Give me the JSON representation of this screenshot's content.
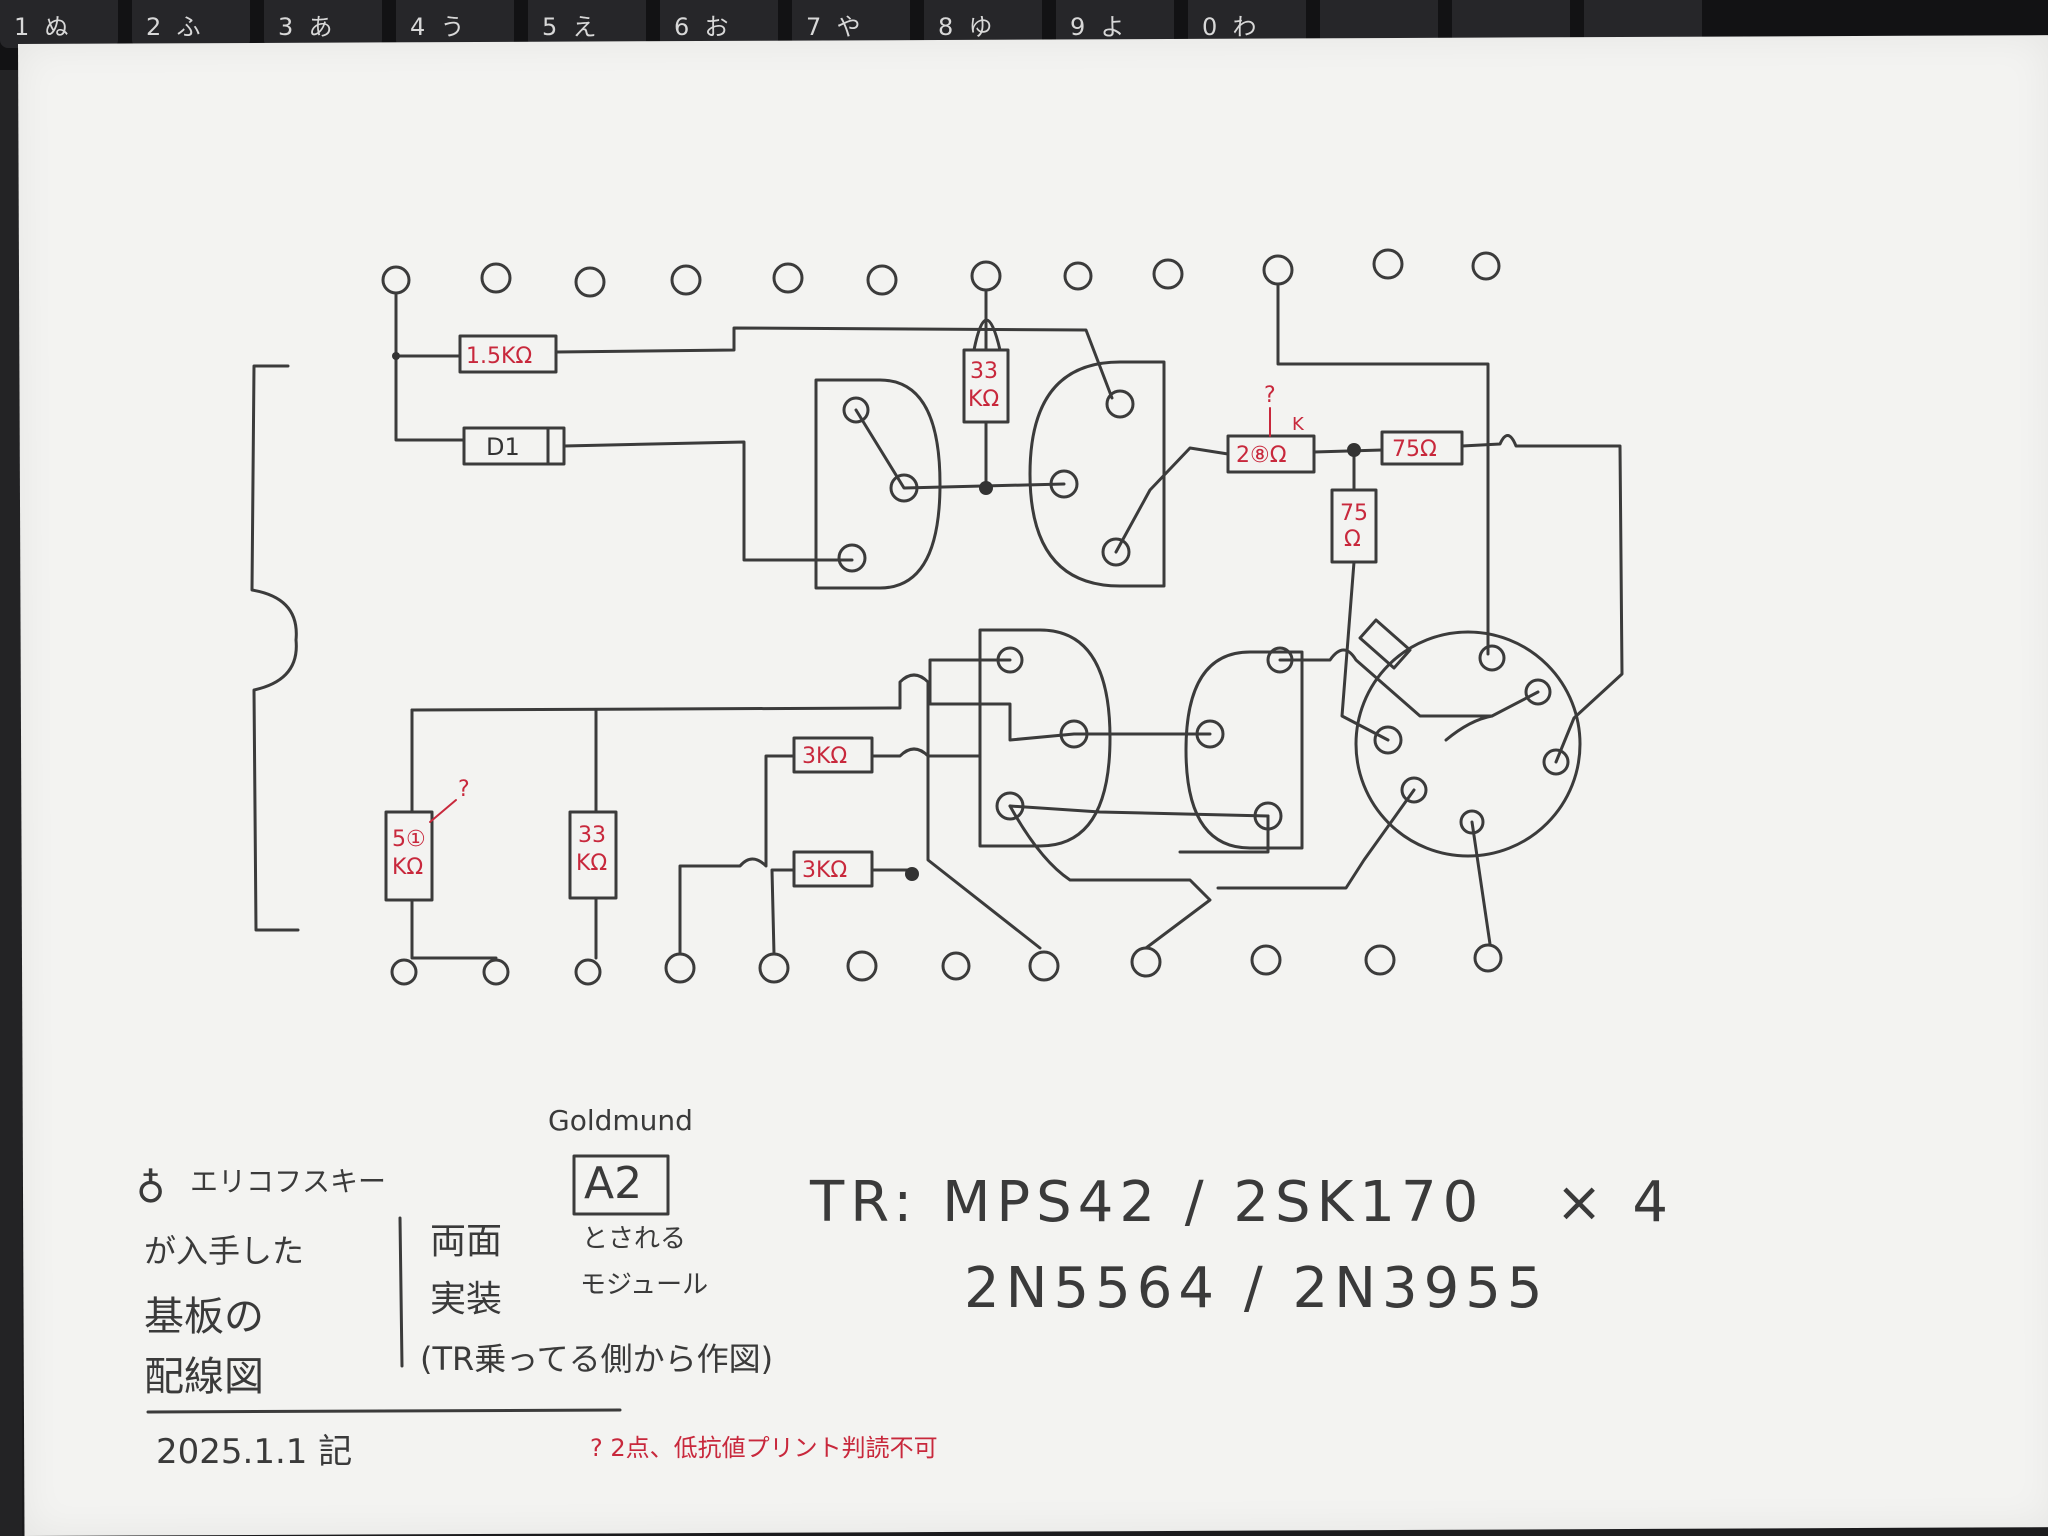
{
  "keyboard": {
    "keys": [
      {
        "num": "1",
        "kana": "ぬ"
      },
      {
        "num": "2",
        "kana": "ふ"
      },
      {
        "num": "3",
        "kana": "あ"
      },
      {
        "num": "4",
        "kana": "う"
      },
      {
        "num": "5",
        "kana": "え"
      },
      {
        "num": "6",
        "kana": "お"
      },
      {
        "num": "7",
        "kana": "や"
      },
      {
        "num": "8",
        "kana": "ゆ"
      },
      {
        "num": "9",
        "kana": "よ"
      },
      {
        "num": "0",
        "kana": "わ"
      }
    ]
  },
  "resistors": {
    "r_1k5": "1.5KΩ",
    "d1": "D1",
    "r_33k_top": [
      "33",
      "KΩ"
    ],
    "r_28": "2⑧Ω",
    "r_75_h": "75Ω",
    "r_75_v": [
      "75",
      "Ω"
    ],
    "r_3k_upper": "3KΩ",
    "r_3k_lower": "3KΩ",
    "r_51k": [
      "5①",
      "KΩ"
    ],
    "r_33k_bottom": [
      "33",
      "KΩ"
    ]
  },
  "marks": {
    "question": "?",
    "k_mark": "K"
  },
  "notes": {
    "brand": "Goldmund",
    "model": "A2",
    "author_line1": "エリコフスキー",
    "author_line2": "が入手した",
    "author_line3": "基板の",
    "author_line4": "配線図",
    "double_sided": "両面",
    "mounting": "実装",
    "said_to_be": "とされる",
    "module": "モジュール",
    "perspective": "(TR乗ってる側から作図)",
    "date": "2025.1.1 記",
    "footnote": "? 2点、低抗値プリント判読不可",
    "tr_line1": "TR: MPS42 / 2SK170   × 4",
    "tr_line2": "2N5564 / 2N3955"
  }
}
